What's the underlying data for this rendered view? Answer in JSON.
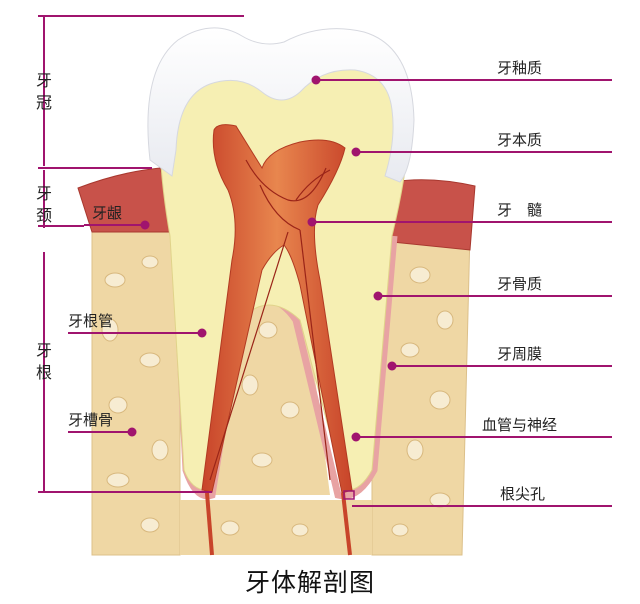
{
  "title": "牙体解剖图",
  "zones": {
    "crown": [
      "牙",
      "冠"
    ],
    "neck": [
      "牙",
      "颈"
    ],
    "root": [
      "牙",
      "根"
    ]
  },
  "labels": {
    "enamel": "牙釉质",
    "dentin": "牙本质",
    "pulp": "牙　髓",
    "cementum": "牙骨质",
    "periodontal_ligament": "牙周膜",
    "vessels_nerves": "血管与神经",
    "apical_foramen": "根尖孔",
    "gingiva": "牙龈",
    "root_canal": "牙根管",
    "alveolar_bone": "牙槽骨"
  },
  "colors": {
    "leader": "#a0146e",
    "bracket": "#a0146e",
    "bone": "#f0d9a8",
    "gum": "#c8524a",
    "dentin": "#f6f0b4",
    "enamel": "#f7f7f4",
    "pulp": "#d9643c"
  }
}
